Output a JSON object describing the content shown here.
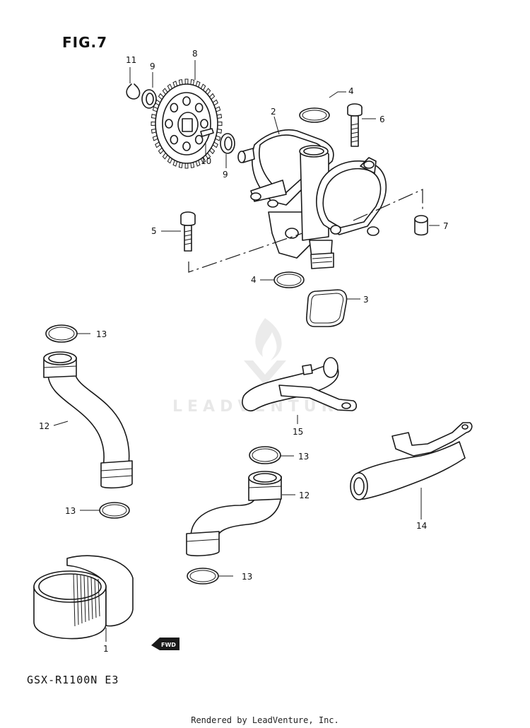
{
  "figure": {
    "title": "FIG.7",
    "model": "GSX-R1100N E3",
    "credit": "Rendered by LeadVenture, Inc.",
    "watermark": "LEADVENTURE",
    "fwd_label": "FWD"
  },
  "callouts": [
    {
      "id": "c11",
      "label": "11"
    },
    {
      "id": "c9a",
      "label": "9"
    },
    {
      "id": "c8",
      "label": "8"
    },
    {
      "id": "c4a",
      "label": "4"
    },
    {
      "id": "c2",
      "label": "2"
    },
    {
      "id": "c6",
      "label": "6"
    },
    {
      "id": "c10",
      "label": "10"
    },
    {
      "id": "c9b",
      "label": "9"
    },
    {
      "id": "c5",
      "label": "5"
    },
    {
      "id": "c7",
      "label": "7"
    },
    {
      "id": "c4b",
      "label": "4"
    },
    {
      "id": "c3",
      "label": "3"
    },
    {
      "id": "c13a",
      "label": "13"
    },
    {
      "id": "c12a",
      "label": "12"
    },
    {
      "id": "c15",
      "label": "15"
    },
    {
      "id": "c13b",
      "label": "13"
    },
    {
      "id": "c12b",
      "label": "12"
    },
    {
      "id": "c14",
      "label": "14"
    },
    {
      "id": "c13c",
      "label": "13"
    },
    {
      "id": "c13d",
      "label": "13"
    },
    {
      "id": "c1",
      "label": "1"
    }
  ]
}
